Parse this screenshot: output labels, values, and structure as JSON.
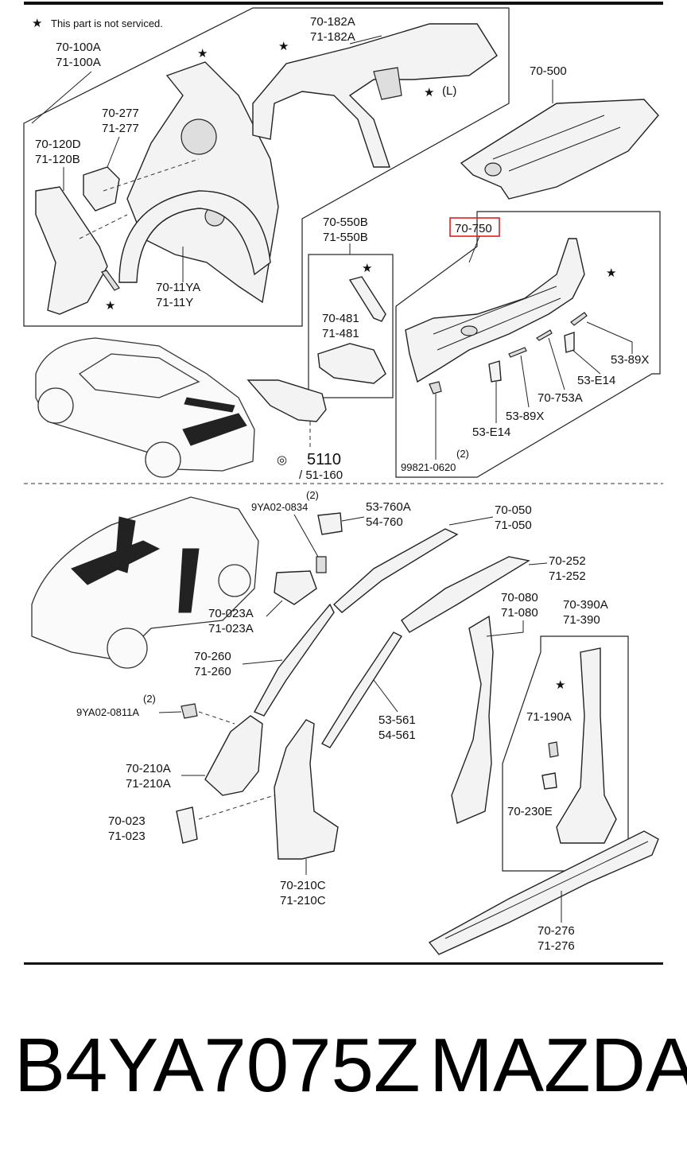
{
  "legend": {
    "symbol": "★",
    "text": "This part is not serviced."
  },
  "upper_labels": {
    "p70_100A": "70-100A",
    "p71_100A": "71-100A",
    "p70_182A": "70-182A",
    "p71_182A": "71-182A",
    "p70_277": "70-277",
    "p71_277": "71-277",
    "p70_120D": "70-120D",
    "p71_120B": "71-120B",
    "p70_11YA": "70-11YA",
    "p71_11Y": "71-11Y",
    "p70_500": "70-500",
    "p70_550B": "70-550B",
    "p71_550B": "71-550B",
    "p70_481": "70-481",
    "p71_481": "71-481",
    "p70_750": "70-750",
    "p53_89X_a": "53-89X",
    "p53_E14_a": "53-E14",
    "p70_753A": "70-753A",
    "p53_89X_b": "53-89X",
    "p53_E14_b": "53-E14",
    "qty2_a": "(2)",
    "p99821": "99821-0620",
    "p5110": "5110",
    "p51_160": "/ 51-160",
    "L_mark": "(L)"
  },
  "lower_labels": {
    "qty2_b": "(2)",
    "p9YA02_0834": "9YA02-0834",
    "p53_760A": "53-760A",
    "p54_760": "54-760",
    "p70_050": "70-050",
    "p71_050": "71-050",
    "p70_252": "70-252",
    "p71_252": "71-252",
    "p70_080": "70-080",
    "p71_080": "71-080",
    "p70_390A": "70-390A",
    "p71_390": "71-390",
    "p70_023A": "70-023A",
    "p71_023A": "71-023A",
    "p70_260": "70-260",
    "p71_260": "71-260",
    "qty2_c": "(2)",
    "p9YA02_0811A": "9YA02-0811A",
    "p53_561": "53-561",
    "p54_561": "54-561",
    "p71_190A": "71-190A",
    "p70_210A": "70-210A",
    "p71_210A": "71-210A",
    "p70_023": "70-023",
    "p71_023": "71-023",
    "p70_230E": "70-230E",
    "p70_210C": "70-210C",
    "p71_210C": "71-210C",
    "p70_276": "70-276",
    "p71_276": "71-276"
  },
  "highlight": {
    "part": "70-750",
    "color": "#e02020"
  },
  "footer": {
    "part_number": "B4YA7075Z",
    "brand": "MAZDA"
  }
}
